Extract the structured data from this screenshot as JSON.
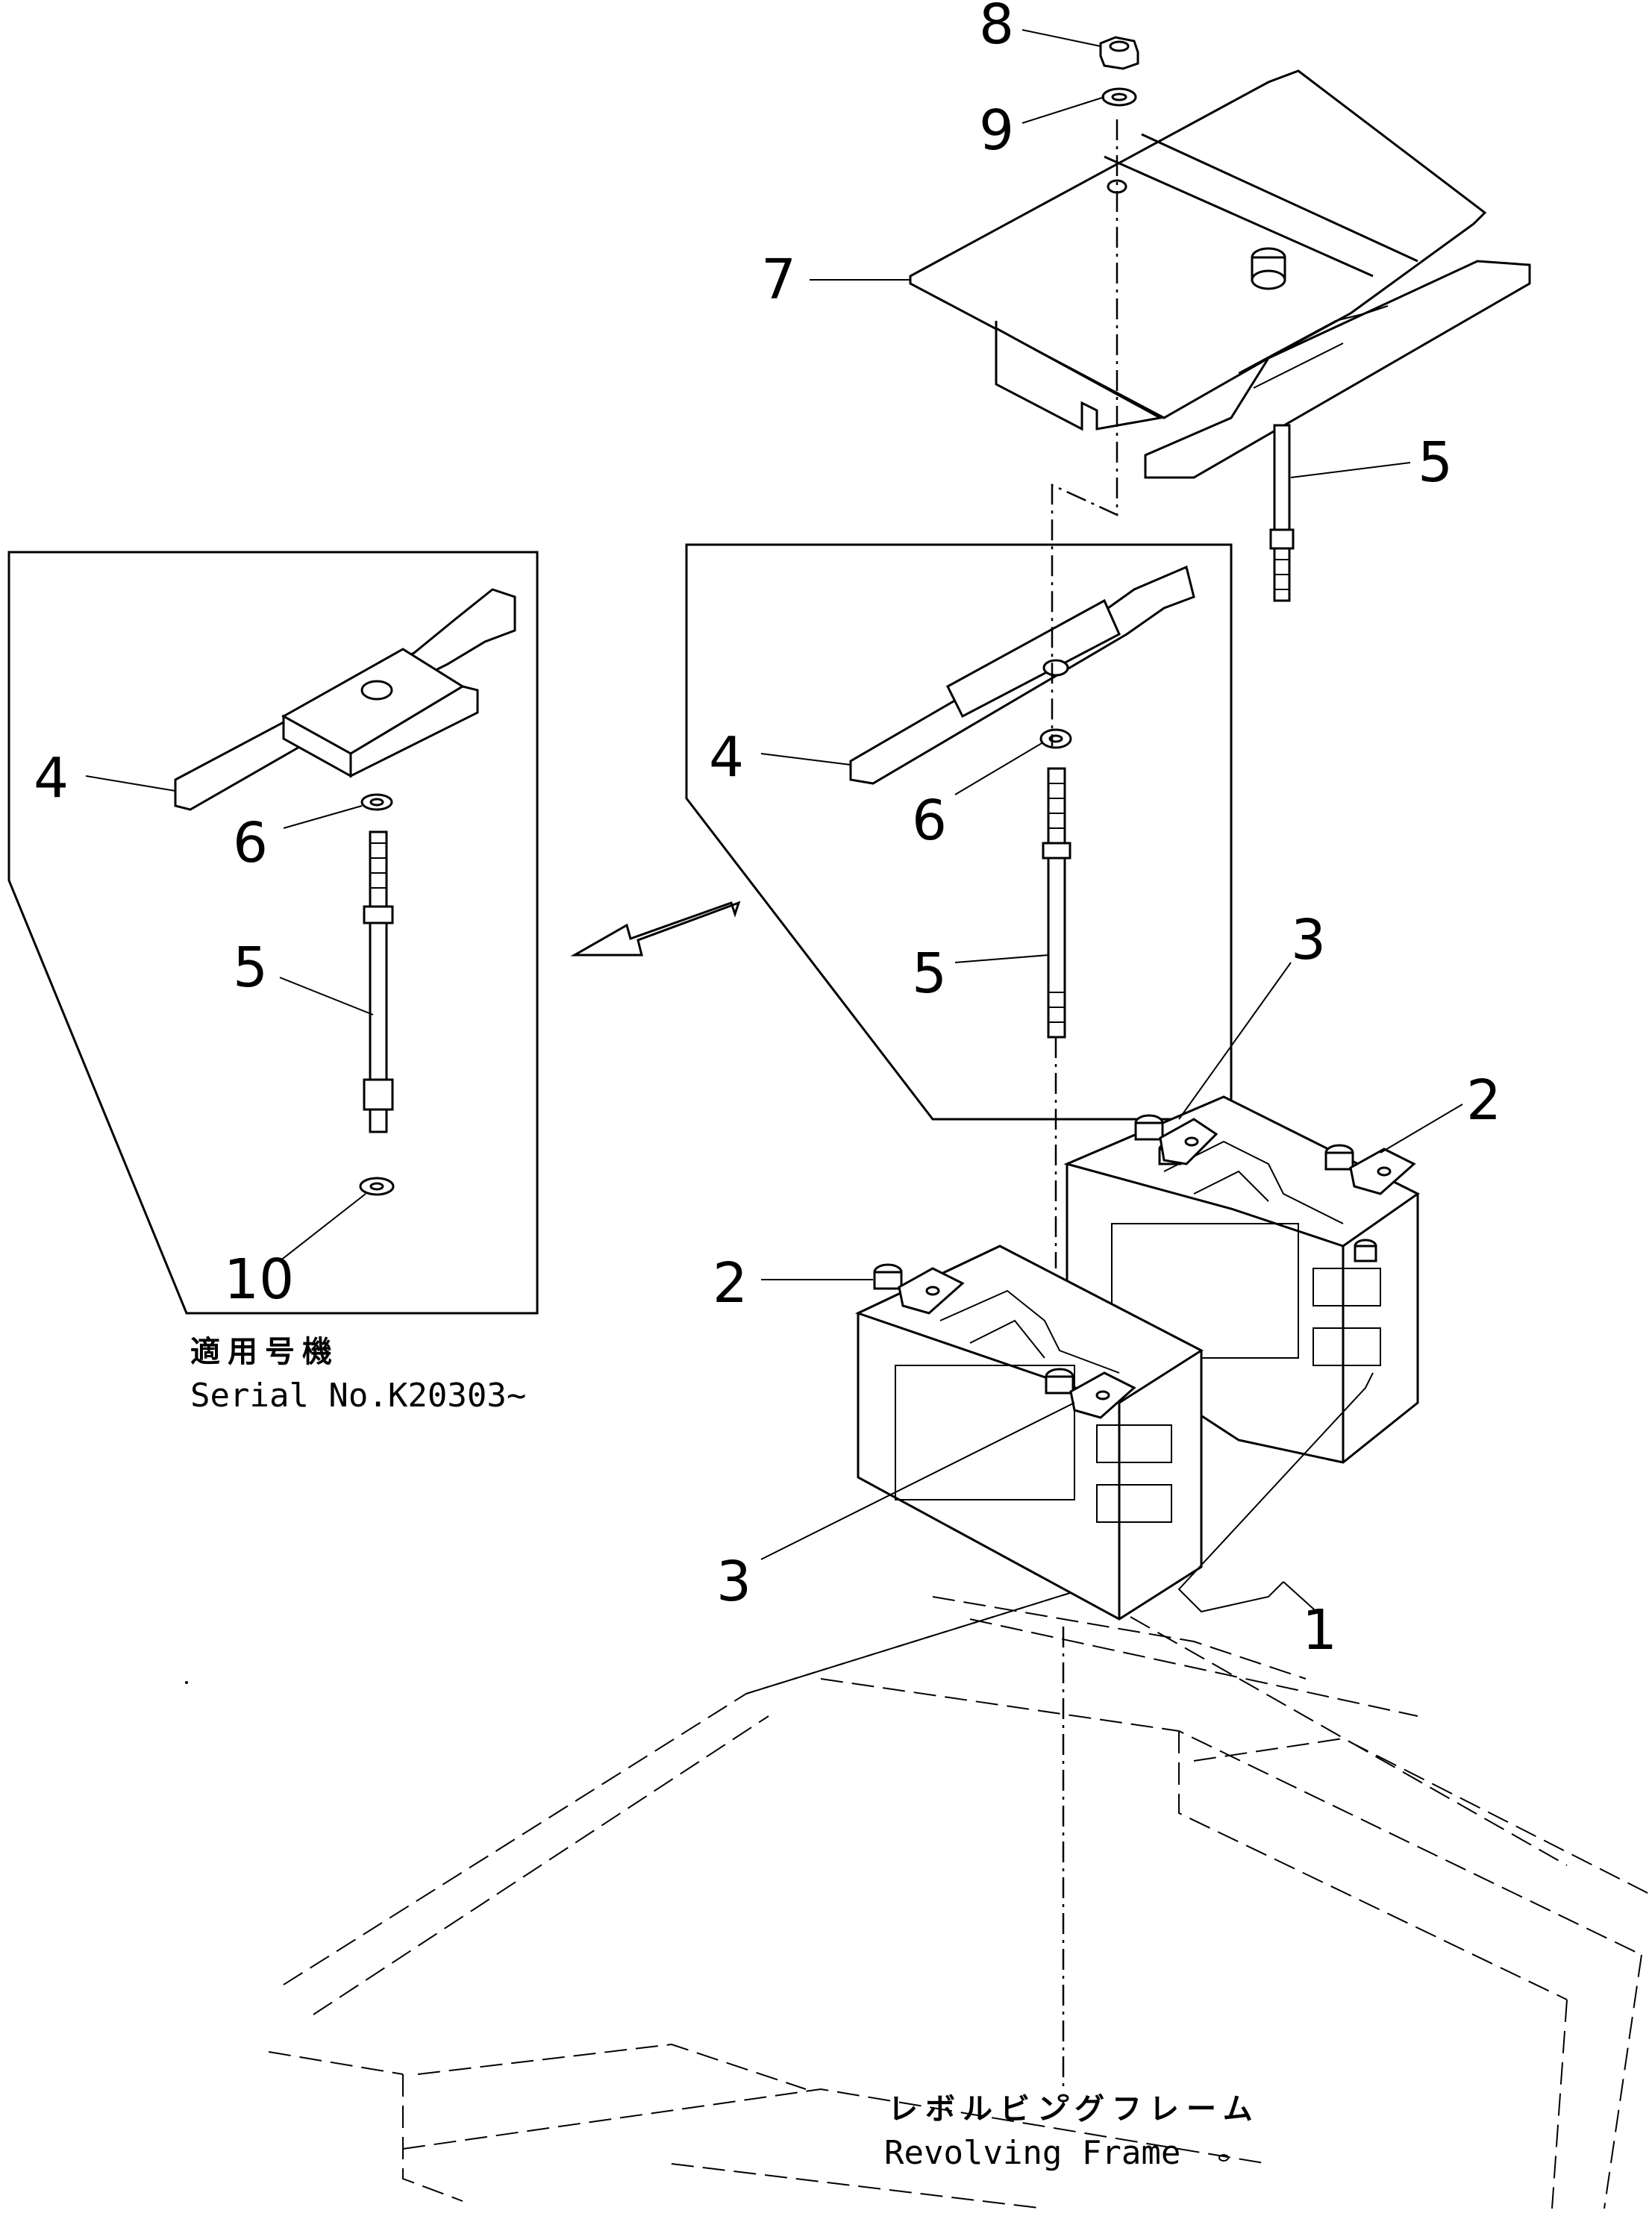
{
  "labels": {
    "nut": "8",
    "washer_top": "9",
    "cover": "7",
    "rod_right": "5",
    "bracket_inset": "4",
    "washer_inset": "6",
    "rod_inset": "5",
    "bracket_main": "4",
    "washer_main": "6",
    "rod_main": "5",
    "clamp_top": "3",
    "clamp_right": "2",
    "clamp_left": "2",
    "clamp_bottom": "3",
    "battery": "1",
    "washer_bottom": "10"
  },
  "captions": {
    "serial_jp": "適用号機",
    "serial_en": "Serial No.K20303~",
    "frame_jp": "レボルビングフレーム",
    "frame_en": "Revolving Frame"
  }
}
